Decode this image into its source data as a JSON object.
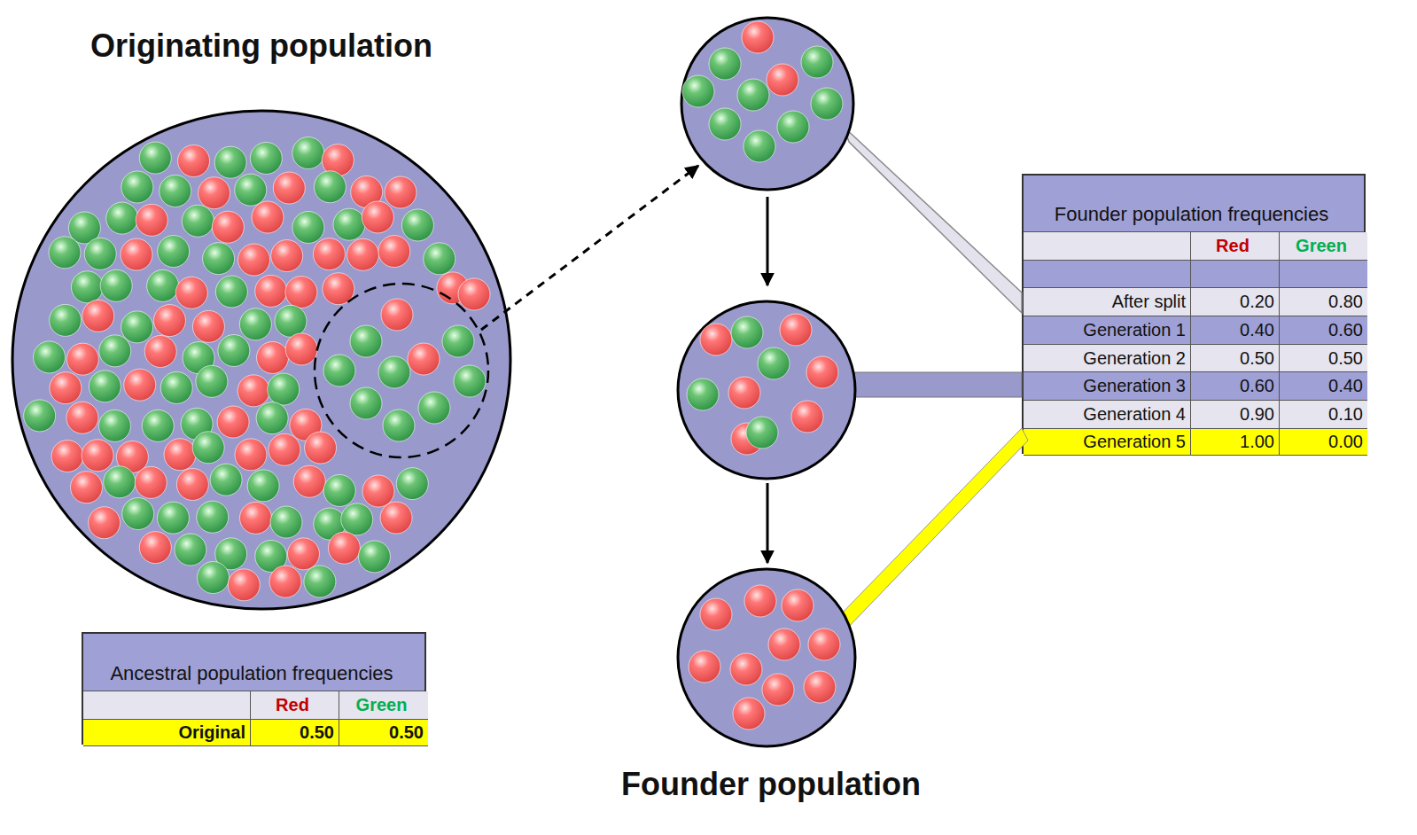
{
  "diagram": {
    "nodes": [
      {
        "text": [
          "Originating population"
        ]
      },
      {
        "text": [
          "Ancestral population frequencies"
        ]
      },
      {
        "text": [
          "Founder population frequencies"
        ]
      }
    ],
    "labels": [
      "Red",
      "Green",
      "Original",
      "0.50",
      "0.50",
      "Red",
      "Green",
      "After split",
      "0.20",
      "0.80",
      "Generation 1",
      "0.40",
      "0.60",
      "Generation 2",
      "0.50",
      "0.50",
      "Generation 3",
      "0.60",
      "0.40",
      "Generation 4",
      "0.90",
      "0.10",
      "Generation 5",
      "1.00",
      "0.00",
      "Founder population"
    ]
  }
}
